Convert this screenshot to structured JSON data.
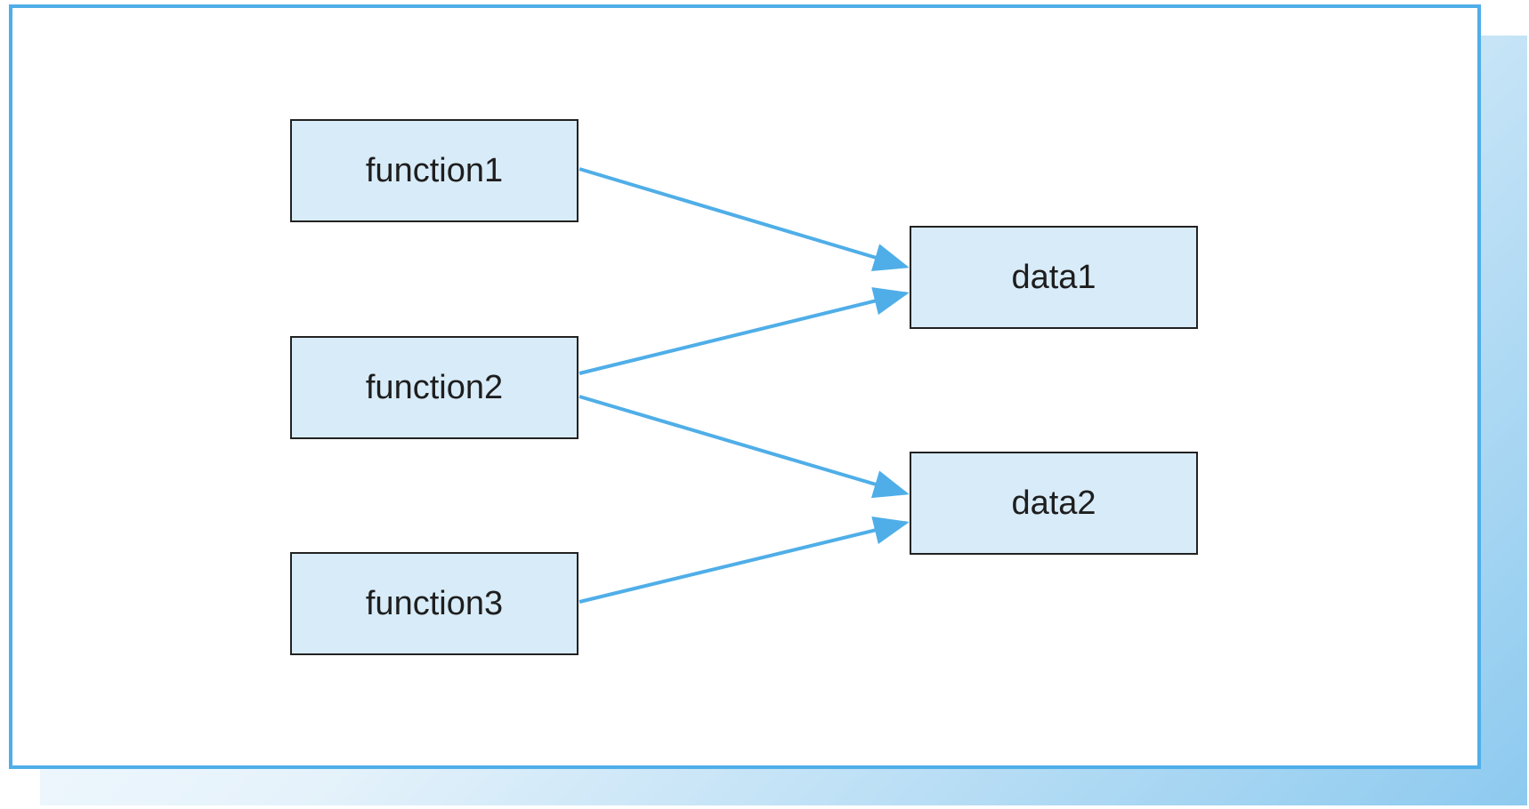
{
  "diagram": {
    "nodes": {
      "function1": "function1",
      "function2": "function2",
      "function3": "function3",
      "data1": "data1",
      "data2": "data2"
    },
    "edges": [
      {
        "from": "function1",
        "to": "data1"
      },
      {
        "from": "function2",
        "to": "data1"
      },
      {
        "from": "function2",
        "to": "data2"
      },
      {
        "from": "function3",
        "to": "data2"
      }
    ],
    "colors": {
      "frame": "#4faee8",
      "arrow": "#4faee8",
      "node_fill": "#d8ebf8",
      "node_border": "#222222"
    }
  }
}
